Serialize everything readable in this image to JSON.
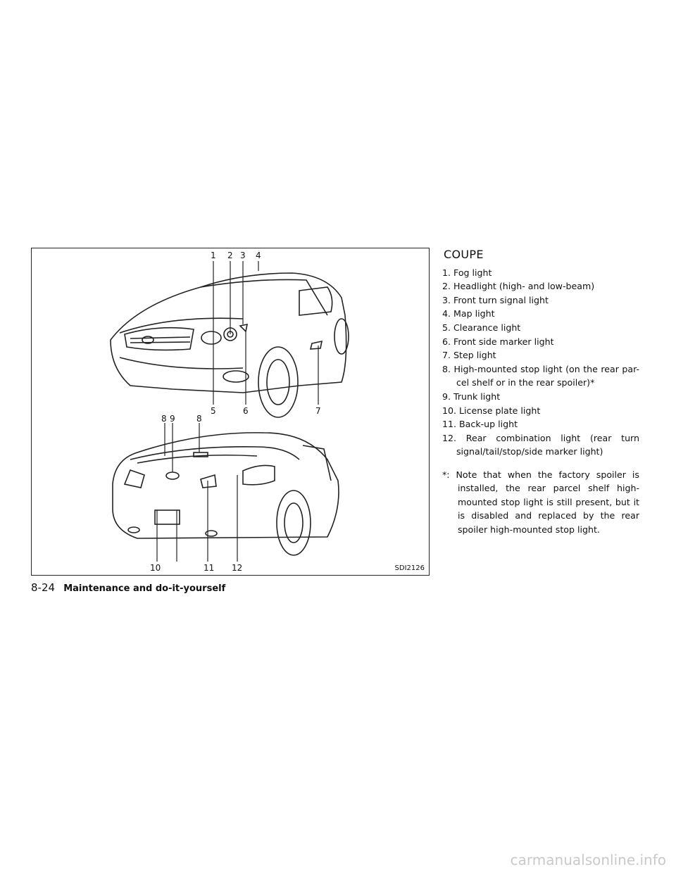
{
  "figure": {
    "id": "SDI2126",
    "callouts_front": [
      "1",
      "2",
      "3",
      "4",
      "5",
      "6",
      "7"
    ],
    "callouts_rear": [
      "8",
      "9",
      "8",
      "10",
      "11",
      "12"
    ]
  },
  "section": {
    "title": "COUPE",
    "items": [
      "1. Fog light",
      "2. Headlight (high- and low-beam)",
      "3. Front turn signal light",
      "4. Map light",
      "5. Clearance light",
      "6. Front side marker light",
      "7. Step light",
      "8. High-mounted stop light (on the rear par- cel shelf or in the rear spoiler)*",
      "9. Trunk light",
      "10. License plate light",
      "11. Back-up light",
      "12. Rear combination light (rear turn signal/tail/stop/side marker light)"
    ],
    "note": "*: Note that when the factory spoiler is installed, the rear parcel shelf high- mounted stop light is still present, but it is disabled and replaced by the rear spoiler high-mounted stop light."
  },
  "footer": {
    "page_number": "8-24",
    "chapter": "Maintenance and do-it-yourself"
  },
  "watermark": "carmanualsonline.info"
}
